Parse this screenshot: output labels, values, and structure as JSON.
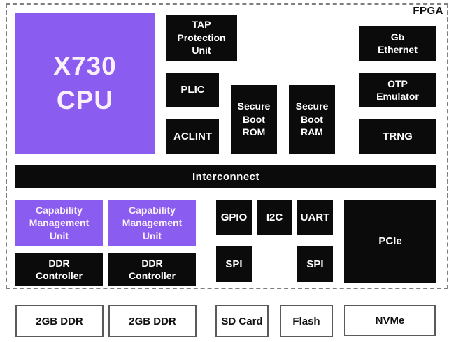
{
  "fpga": {
    "label": "FPGA",
    "blocks": {
      "cpu": "X730\nCPU",
      "tap_protection_unit": "TAP\nProtection\nUnit",
      "gb_ethernet": "Gb\nEthernet",
      "plic": "PLIC",
      "otp_emulator": "OTP\nEmulator",
      "secure_boot_rom": "Secure\nBoot\nROM",
      "secure_boot_ram": "Secure\nBoot\nRAM",
      "aclint": "ACLINT",
      "trng": "TRNG",
      "interconnect": "Interconnect",
      "cmu_1": "Capability\nManagement\nUnit",
      "cmu_2": "Capability\nManagement\nUnit",
      "gpio": "GPIO",
      "i2c": "I2C",
      "uart": "UART",
      "pcie": "PCIe",
      "spi_1": "SPI",
      "spi_2": "SPI",
      "ddr_controller_1": "DDR\nController",
      "ddr_controller_2": "DDR\nController"
    }
  },
  "external": {
    "ddr_module_1": "2GB DDR",
    "ddr_module_2": "2GB DDR",
    "sd_card": "SD Card",
    "flash": "Flash",
    "nvme": "NVMe"
  },
  "colors": {
    "accent_purple": "#8A5CF0",
    "block_black": "#0B0B0B",
    "text_on_purple": "#FAF0FA",
    "text_on_black": "#FFFFFF",
    "dashed_border": "#7F7F7F",
    "external_box_border": "#5A5A5A"
  }
}
